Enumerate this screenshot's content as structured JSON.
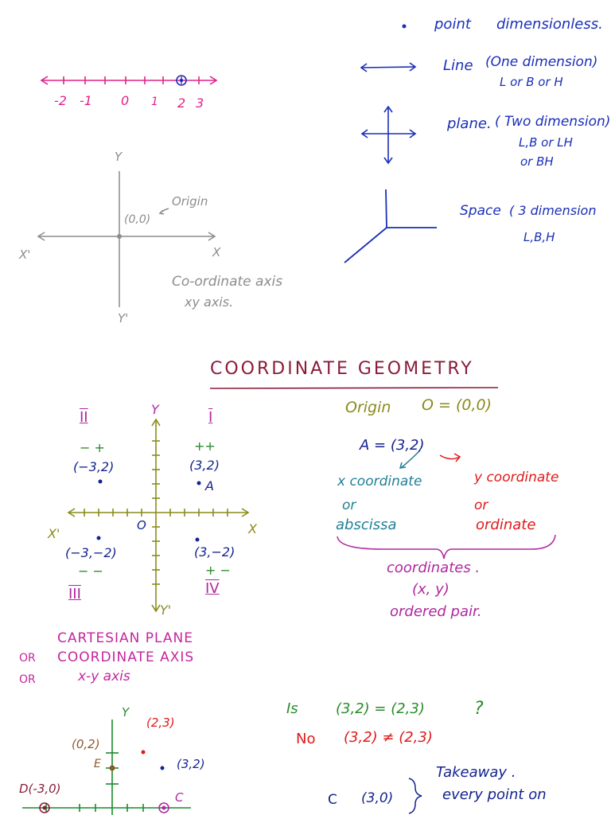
{
  "colors": {
    "pink": "#e0218a",
    "blue": "#1a2fb8",
    "navy": "#14238f",
    "gray": "#8c8c8c",
    "olive": "#8a8a1c",
    "teal": "#1f7f95",
    "red": "#e01919",
    "green": "#2a8a2a",
    "brown": "#8a5a2a",
    "purple": "#b0279f",
    "maroon": "#8a1c3a"
  },
  "dimensions": {
    "point": "point",
    "point_note": "dimensionless.",
    "line": "Line",
    "line_note": "(One dimension)",
    "line_note2": "L or B or H",
    "plane": "plane.",
    "plane_note": "( Two dimension)",
    "plane_note2": "L,B or LH",
    "plane_note3": "or BH",
    "space": "Space",
    "space_note": "( 3 dimension",
    "space_note2": "L,B,H"
  },
  "number_line": {
    "ticks": [
      "-2",
      "-1",
      "0",
      "1",
      "2",
      "3"
    ]
  },
  "axis_sketch": {
    "y": "Y",
    "y_prime": "Y'",
    "x": "X",
    "x_prime": "X'",
    "origin_coord": "(0,0)",
    "origin_label": "Origin",
    "caption1": "Co-ordinate axis",
    "caption2": "xy axis."
  },
  "heading": "COORDINATE GEOMETRY",
  "quadrants": {
    "q1": "I",
    "q2": "II",
    "q3": "III",
    "q4": "IV",
    "y": "Y",
    "y_prime": "Y'",
    "x": "X",
    "x_prime": "X'",
    "o": "O",
    "s1": "++",
    "s2": "− +",
    "s3": "− −",
    "s4": "+ −",
    "p1": "(3,2)",
    "p1_name": "A",
    "p2": "(−3,2)",
    "p3": "(−3,−2)",
    "p4": "(3,−2)"
  },
  "explain": {
    "origin": "Origin",
    "origin_eq": "O = (0,0)",
    "a_eq": "A = (3,2)",
    "x_coord": "x coordinate",
    "or1": "or",
    "abscissa": "abscissa",
    "y_coord": "y coordinate",
    "or2": "or",
    "ordinate": "ordinate",
    "coords": "coordinates .",
    "xy": "(x, y)",
    "ordered": "ordered pair."
  },
  "cartesian": {
    "line1": "CARTESIAN PLANE",
    "or1": "OR",
    "line2": "COORDINATE AXIS",
    "or2": "OR",
    "line3": "x-y axis"
  },
  "bottom_graph": {
    "y": "Y",
    "p23": "(2,3)",
    "p02": "(0,2)",
    "e": "E",
    "p32": "(3,2)",
    "d": "D(-3,0)",
    "c": "C"
  },
  "question": {
    "is": "Is",
    "lhs": "(3,2) = (2,3)",
    "qmark": "?",
    "no": "No",
    "neq": "(3,2) ≠ (2,3)",
    "c": "C",
    "c_coord": "(3,0)",
    "takeaway": "Takeaway .",
    "every": "every point on"
  }
}
